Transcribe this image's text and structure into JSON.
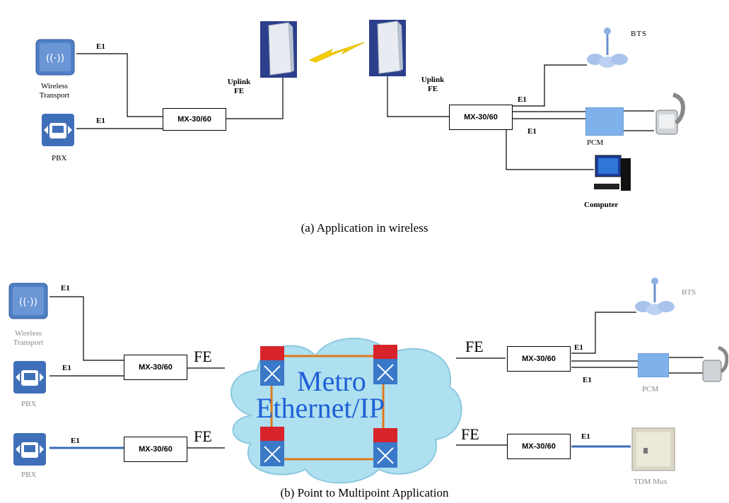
{
  "panel_a": {
    "caption": "(a) Application in wireless",
    "labels": {
      "wireless_transport_1": "Wireless",
      "wireless_transport_2": "Transport",
      "pbx": "PBX",
      "e1_top": "E1",
      "e1_bottom": "E1",
      "uplink_left_1": "Uplink",
      "uplink_left_2": "FE",
      "uplink_right_1": "Uplink",
      "uplink_right_2": "FE",
      "mx_left": "MX-30/60",
      "mx_right": "MX-30/60",
      "e1_right_top": "E1",
      "e1_right_bottom": "E1",
      "bts": "BTS",
      "pcm": "PCM",
      "computer": "Computer"
    }
  },
  "panel_b": {
    "caption": "(b) Point to Multipoint Application",
    "labels": {
      "wireless_transport_1": "Wireless",
      "wireless_transport_2": "Transport",
      "pbx_top": "PBX",
      "pbx_bottom": "PBX",
      "e1_1": "E1",
      "e1_2": "E1",
      "e1_3": "E1",
      "e1_r1": "E1",
      "e1_r2": "E1",
      "e1_r3": "E1",
      "fe_1": "FE",
      "fe_2": "FE",
      "fe_3": "FE",
      "fe_4": "FE",
      "mx_1": "MX-30/60",
      "mx_2": "MX-30/60",
      "mx_3": "MX-30/60",
      "mx_4": "MX-30/60",
      "cloud_1": "Metro",
      "cloud_2": "Ethernet/IP",
      "bts": "BTS",
      "pcm": "PCM",
      "tdm_mux": "TDM Mux"
    }
  },
  "colors": {
    "line": "#000000",
    "blue_line": "#3b6db8",
    "cloud": "#aee0f0",
    "cloud_text": "#1f5fd6",
    "ring": "#e07a1a",
    "switch_red": "#d8232a",
    "switch_blue": "#3a78c8",
    "bolt": "#f5d000"
  }
}
